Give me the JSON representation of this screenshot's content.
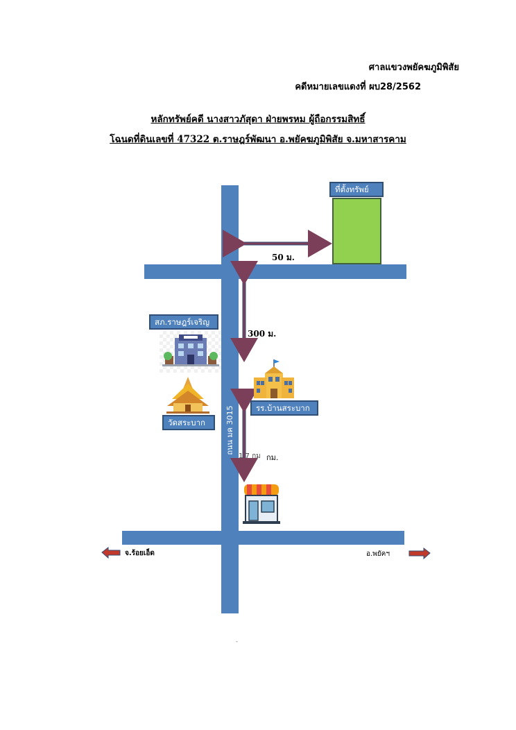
{
  "header": {
    "court": "ศาลแขวงพยัคฆภูมิพิสัย",
    "case_no": "คดีหมายเลขแดงที่ ผบ28/2562"
  },
  "title": {
    "line1": "หลักทรัพย์คดี นางสาวภัสุดา ฝ่ายพรหม ผู้ถือกรรมสิทธิ์",
    "line2": "โฉนดที่ดินเลขที่ 47322 ต.ราษฎร์พัฒนา อ.พยัคฆภูมิพิสัย จ.มหาสารคาม"
  },
  "map": {
    "property_label": "ที่ตั้งทรัพย์",
    "property_color": "#92d050",
    "road_color": "#4f81bd",
    "arrow_color": "#7b3f5a",
    "dist_top": "50 ม.",
    "dist_mid": "300 ม.",
    "dist_low_partial": "1.7 กม",
    "dist_low": "กม.",
    "road_name": "ถนน มค 3015",
    "police_label": "สภ.ราษฎร์เจริญ",
    "temple_label": "วัดสระบาก",
    "school_label": "รร.บ้านสระบาก",
    "left_direction": "จ.ร้อยเอ็ด",
    "right_direction": "อ.พยัคฯ",
    "footer_mark": "-"
  }
}
